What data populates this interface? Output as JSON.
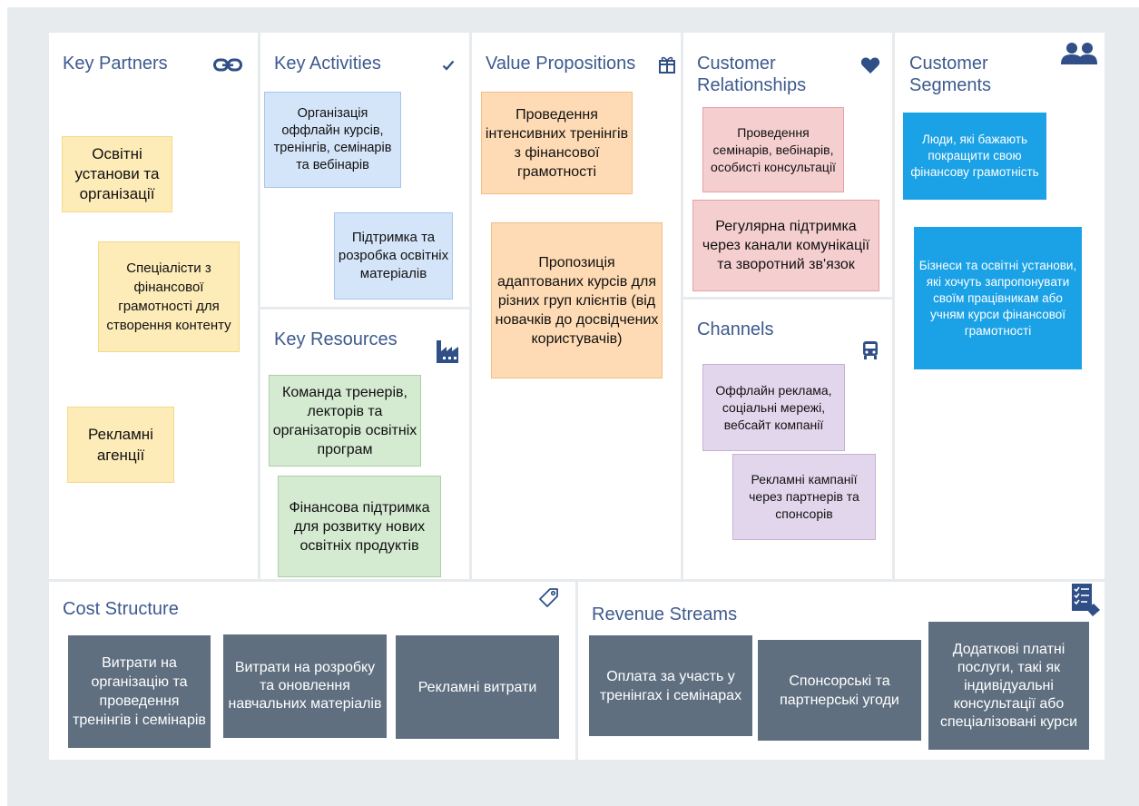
{
  "sections": {
    "key_partners": {
      "title": "Key Partners",
      "icon": "link-icon",
      "notes": [
        "Освітні установи та організації",
        "Спеціалісти з фінансової грамотності для створення контенту",
        "Рекламні агенції"
      ]
    },
    "key_activities": {
      "title": "Key Activities",
      "icon": "checkmark-icon",
      "notes": [
        "Організація оффлайн курсів, тренінгів, семінарів та вебінарів",
        "Підтримка та розробка освітніх матеріалів"
      ]
    },
    "key_resources": {
      "title": "Key Resources",
      "icon": "factory-icon",
      "notes": [
        "Команда тренерів, лекторів та організаторів освітніх програм",
        "Фінансова підтримка для розвитку нових освітніх продуктів"
      ]
    },
    "value_propositions": {
      "title": "Value Propositions",
      "icon": "gift-icon",
      "notes": [
        "Проведення інтенсивних тренінгів з фінансової грамотності",
        "Пропозиція адаптованих курсів для різних груп клієнтів (від новачків до досвідчених користувачів)"
      ]
    },
    "customer_relationships": {
      "title_line1": "Customer",
      "title_line2": "Relationships",
      "icon": "heart-icon",
      "notes": [
        "Проведення семінарів, вебінарів, особисті консультації",
        "Регулярна підтримка через канали комунікації та зворотний зв'язок"
      ]
    },
    "channels": {
      "title": "Channels",
      "icon": "truck-icon",
      "notes": [
        "Оффлайн реклама, соціальні мережі, вебсайт компанії",
        "Рекламні кампанії через партнерів та спонсорів"
      ]
    },
    "customer_segments": {
      "title_line1": "Customer",
      "title_line2": "Segments",
      "icon": "users-icon",
      "notes": [
        "Люди, які бажають покращити свою фінансову грамотність",
        "Бізнеси та освітні установи, які хочуть запропонувати своїм працівникам або учням курси фінансової грамотності"
      ]
    },
    "cost_structure": {
      "title": "Cost Structure",
      "icon": "price-tag-icon",
      "notes": [
        "Витрати на організацію та проведення тренінгів і семінарів",
        "Витрати на розробку та оновлення навчальних матеріалів",
        "Рекламні витрати"
      ]
    },
    "revenue_streams": {
      "title": "Revenue Streams",
      "icon": "invoice-icon",
      "notes": [
        "Оплата за участь у тренінгах і семінарах",
        "Спонсорські та партнерські угоди",
        "Додаткові платні послуги, такі як індивідуальні консультації або спеціалізовані курси"
      ]
    }
  },
  "colors": {
    "canvas_background": "#e7ebee",
    "title_text": "#3d5a8e",
    "icon": "#2f4f86",
    "partners_notes": "#fdebb8",
    "activities_notes": "#d5e5f9",
    "resources_notes": "#d4ead1",
    "value_notes": "#fedbb4",
    "relationships_notes": "#f5cfd0",
    "channels_notes": "#e2d6ec",
    "segments_notes": "#1aa1e6",
    "cost_revenue_notes": "#5f6f80"
  }
}
